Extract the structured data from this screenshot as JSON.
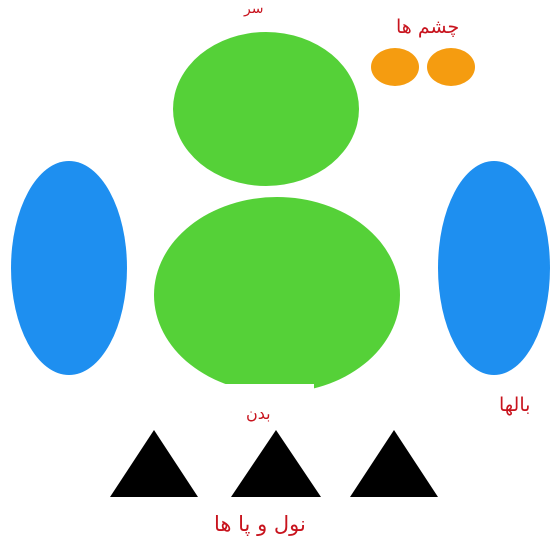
{
  "labels": {
    "head": "سر",
    "eyes": "چشم ها",
    "body": "بدن",
    "wings": "بالها",
    "beak_and_feet": "نول و پا ها"
  },
  "colors": {
    "green": "#55d138",
    "blue": "#1e8ff0",
    "orange": "#f59c10",
    "black": "#000000",
    "label_red": "#c8141e"
  }
}
